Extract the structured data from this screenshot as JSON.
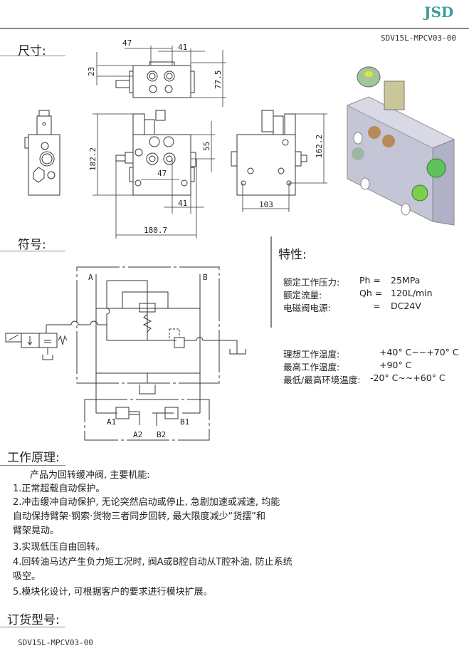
{
  "header": {
    "logo": "JSD",
    "model_code": "SDV15L-MPCV03-00"
  },
  "sections": {
    "dimensions": "尺寸:",
    "symbol": "符号:",
    "characteristics": "特性:",
    "principle": "工作原理:",
    "order_model": "订货型号:"
  },
  "dimensions": {
    "top_47": "47",
    "top_41": "41",
    "d23": "23",
    "d77_5": "77.5",
    "d182_2": "182.2",
    "d55": "55",
    "inner_47": "47",
    "bottom_41": "41",
    "d180_7": "180.7",
    "d103": "103",
    "d162_2": "162.2"
  },
  "schematic": {
    "A": "A",
    "B": "B",
    "A1": "A1",
    "B1": "B1",
    "A2": "A2",
    "B2": "B2"
  },
  "specs": [
    {
      "label": "额定工作压力:",
      "symbol": "Ph =",
      "value": "25MPa"
    },
    {
      "label": "额定流量:",
      "symbol": "Qh =",
      "value": "120L/min"
    },
    {
      "label": "电磁阀电源:",
      "symbol": "=",
      "value": "DC24V"
    }
  ],
  "temps": [
    {
      "label": "理想工作温度:",
      "value": "+40° C~~+70° C"
    },
    {
      "label": "最高工作温度:",
      "value": "+90° C"
    },
    {
      "label": "最低/最高环境温度:",
      "value": "-20° C~~+60° C"
    }
  ],
  "principle_lines": [
    "产品为回转缓冲阀, 主要机能:",
    "1.正常超载自动保护。",
    "2.冲击缓冲自动保护, 无论突然启动或停止, 急剧加速或减速, 均能",
    "自动保持臂架·钢索·货物三者同步回转, 最大限度减少“货摆”和",
    "臂架晃动。",
    "3.实现低压自由回转。",
    "4.回转油马达产生负力矩工况时, 阀A或B腔自动从T腔补油, 防止系统",
    "吸空。",
    "5.模块化设计, 可根据客户的要求进行模块扩展。"
  ],
  "order": {
    "model_code": "SDV15L-MPCV03-00"
  }
}
